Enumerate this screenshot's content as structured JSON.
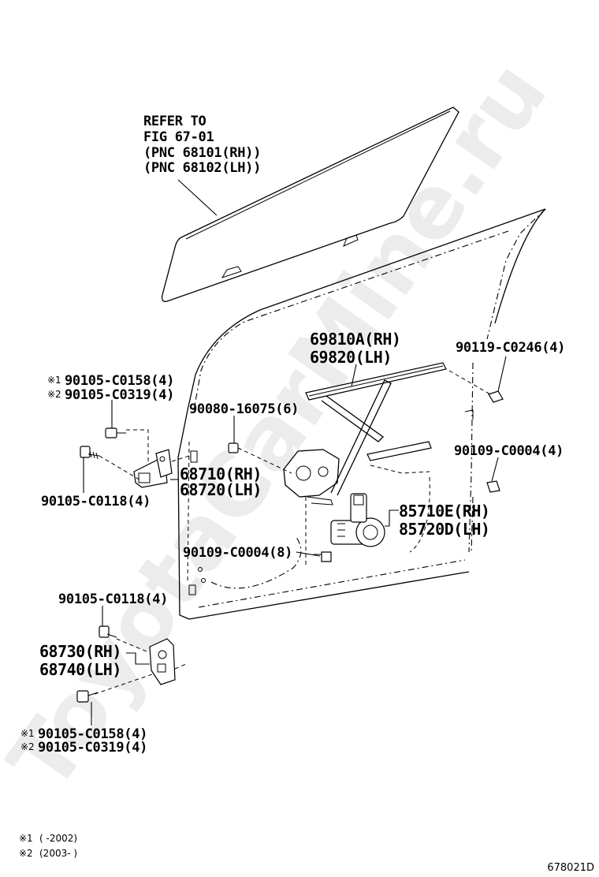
{
  "watermark": "ToyotaCarMine.ru",
  "refer_to": {
    "line1": "REFER TO",
    "line2": "FIG 67-01",
    "line3": "(PNC 68101(RH))",
    "line4": "(PNC 68102(LH))"
  },
  "labels": {
    "regulator_rh": "69810A(RH)",
    "regulator_lh": "69820(LH)",
    "bolt_90119": "90119-C0246(4)",
    "bolt_upper_1": "90105-C0158(4)",
    "bolt_upper_2": "90105-C0319(4)",
    "bolt_90080": "90080-16075(6)",
    "bolt_90109_right": "90109-C0004(4)",
    "hinge_upper_rh": "68710(RH)",
    "hinge_upper_lh": "68720(LH)",
    "bolt_90105_c0118_a": "90105-C0118(4)",
    "motor_rh": "85710E(RH)",
    "motor_lh": "85720D(LH)",
    "bolt_90109_lower": "90109-C0004(8)",
    "bolt_90105_c0118_b": "90105-C0118(4)",
    "hinge_lower_rh": "68730(RH)",
    "hinge_lower_lh": "68740(LH)",
    "bolt_lower_1": "90105-C0158(4)",
    "bolt_lower_2": "90105-C0319(4)"
  },
  "markers": {
    "m1": "※1",
    "m2": "※2"
  },
  "footnotes": {
    "note1_marker": "※1",
    "note1_text": "(        -2002)",
    "note2_marker": "※2",
    "note2_text": "(2003-        )"
  },
  "figure_id": "678021D"
}
